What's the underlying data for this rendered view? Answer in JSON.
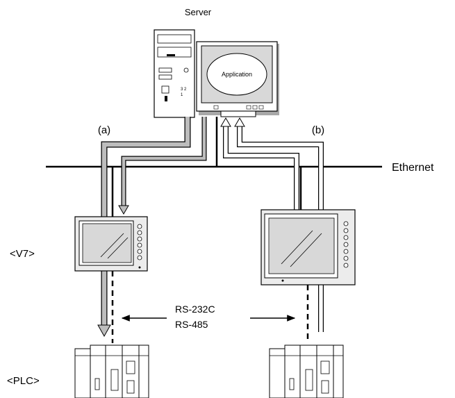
{
  "labels": {
    "server": "Server",
    "application": "Application",
    "path_a": "(a)",
    "path_b": "(b)",
    "ethernet": "Ethernet",
    "v7": "<V7>",
    "plc": "<PLC>",
    "rs232c": "RS-232C",
    "rs485": "RS-485"
  },
  "colors": {
    "line": "#000000",
    "screen": "#d8d8d8",
    "bezel": "#ececec",
    "path_fill": "#bdbdbd",
    "path_fill_light": "#ffffff",
    "monitor_shadow": "#a8a8a8"
  }
}
